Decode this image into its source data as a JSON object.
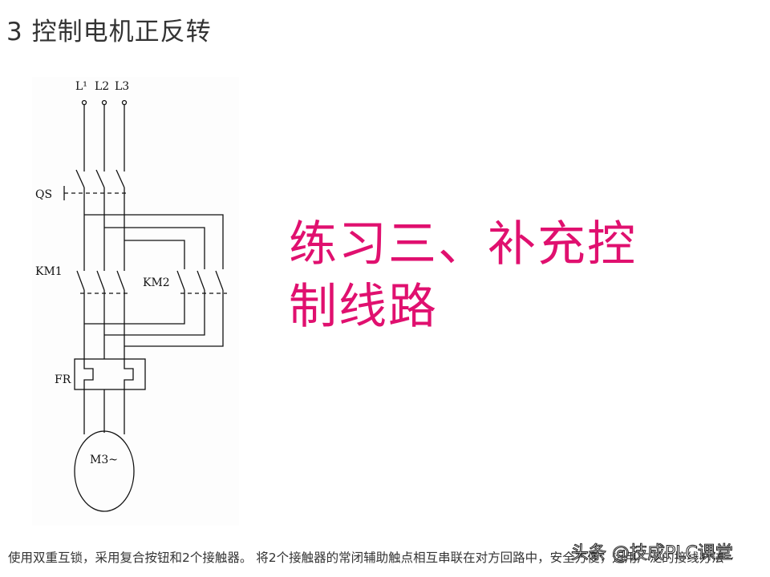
{
  "page": {
    "title": "3 控制电机正反转"
  },
  "diagram": {
    "labels": {
      "l1": "L¹",
      "l2": "L2",
      "l3": "L3",
      "qs": "QS",
      "km1": "KM1",
      "km2": "KM2",
      "fr": "FR",
      "motor": "M3~"
    },
    "colors": {
      "line": "#111111",
      "overlay_text": "#e0106f"
    }
  },
  "overlay": {
    "line1": "练习三、补充控",
    "line2": "制线路"
  },
  "caption": {
    "text": "使用双重互锁，采用复合按钮和2个接触器。 将2个接触器的常闭辅助触点相互串联在对方回路中，安全方便，运用广泛的接线方法~"
  },
  "watermark": {
    "text": "头条 @技成PLC课堂"
  }
}
